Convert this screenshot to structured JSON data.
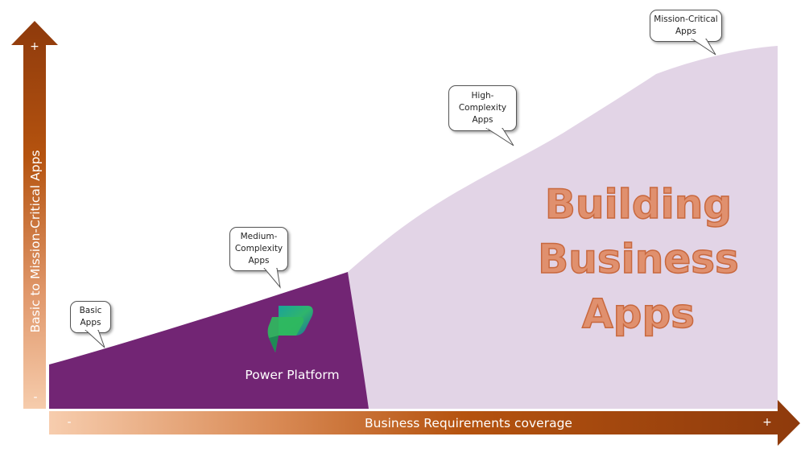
{
  "diagram": {
    "title_lines": [
      "Building",
      "Business",
      "Apps"
    ],
    "y_axis": {
      "label": "Basic to Mission-Critical Apps",
      "top_sign": "+",
      "bottom_sign": "-"
    },
    "x_axis": {
      "label": "Business Requirements coverage",
      "left_sign": "-",
      "right_sign": "+"
    },
    "power_platform": {
      "label": "Power Platform",
      "logo_icon": "power-apps-logo-icon"
    },
    "callouts": [
      {
        "id": "basic",
        "lines": [
          "Basic",
          "Apps"
        ]
      },
      {
        "id": "medium",
        "lines": [
          "Medium-",
          "Complexity",
          "Apps"
        ]
      },
      {
        "id": "high",
        "lines": [
          "High-",
          "Complexity",
          "Apps"
        ]
      },
      {
        "id": "mission",
        "lines": [
          "Mission-Critical",
          "Apps"
        ]
      }
    ],
    "colors": {
      "axis_dark": "#9a3f0a",
      "axis_light": "#f5c7a6",
      "power_platform_region": "#722574",
      "business_apps_region": "#e2d4e6",
      "title_fill": "#e0906e",
      "title_stroke": "#c8683e"
    }
  }
}
